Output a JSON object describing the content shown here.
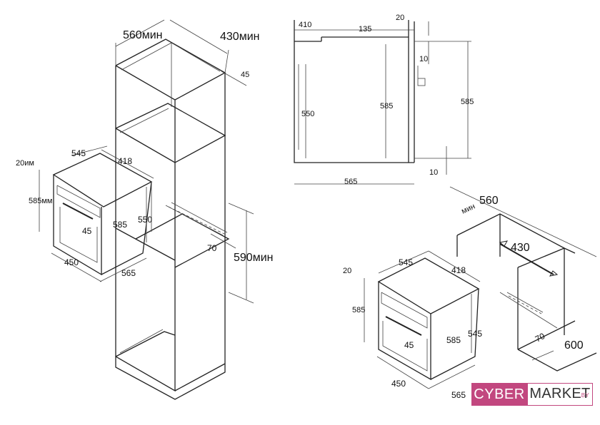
{
  "diagram": {
    "tall_unit": {
      "width_label": "560мин",
      "depth_label": "430мин",
      "panel_label": "45",
      "niche_height_label": "590мин",
      "vent_label": "70"
    },
    "left_oven": {
      "gap_label": "20им",
      "height_label": "585мм",
      "top_width_label": "545",
      "top_depth_label": "418",
      "handle_label": "45",
      "inner_height_label": "585",
      "side_height_label": "550",
      "bottom_width_label": "450",
      "bottom_depth_label": "565"
    },
    "side_view": {
      "top_a": "410",
      "top_b": "135",
      "top_c": "20",
      "gap_top": "10",
      "left_height": "550",
      "center_height": "585",
      "right_height": "585",
      "gap_bottom": "10",
      "total_depth": "565"
    },
    "cabinet_view": {
      "width_label": "560",
      "width_prefix": "мин",
      "depth_label": "430",
      "height_label": "600",
      "vent_label": "70",
      "gap_label": "20",
      "left_height": "585",
      "top_width": "545",
      "top_depth": "418",
      "handle": "45",
      "inner_height": "585",
      "side_height": "545",
      "bottom_width": "450",
      "bottom_depth": "565"
    }
  },
  "logo": {
    "left": "CYBER",
    "right": "MARKET",
    "sub": ".BY",
    "accent": "#c2477f"
  }
}
